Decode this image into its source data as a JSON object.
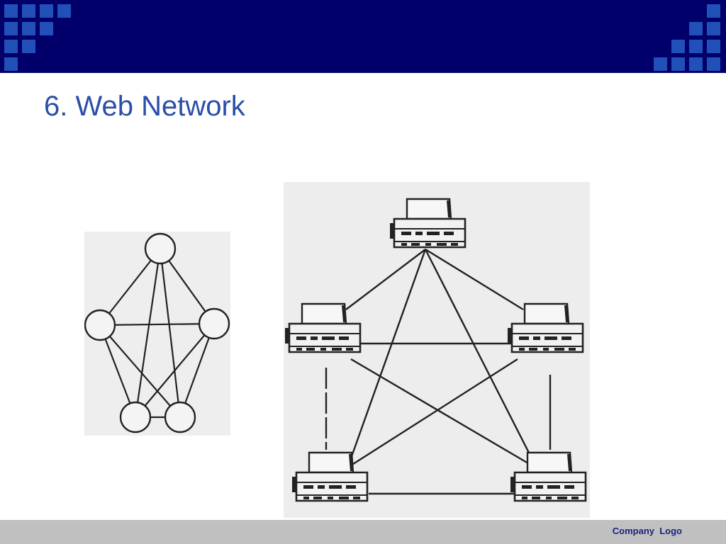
{
  "slide": {
    "title": "6. Web Network"
  },
  "footer": {
    "logo_text": "Company  Logo"
  },
  "colors": {
    "header_bg": "#01006b",
    "header_squares": "#2050b8",
    "title": "#2a4fa8",
    "footer_bg": "#c0c0c0",
    "footer_text": "#1a237e"
  },
  "diagrams": [
    {
      "kind": "full-mesh-circles",
      "nodes": 5,
      "links": 10
    },
    {
      "kind": "full-mesh-computers",
      "nodes": 5,
      "links": 10
    }
  ]
}
